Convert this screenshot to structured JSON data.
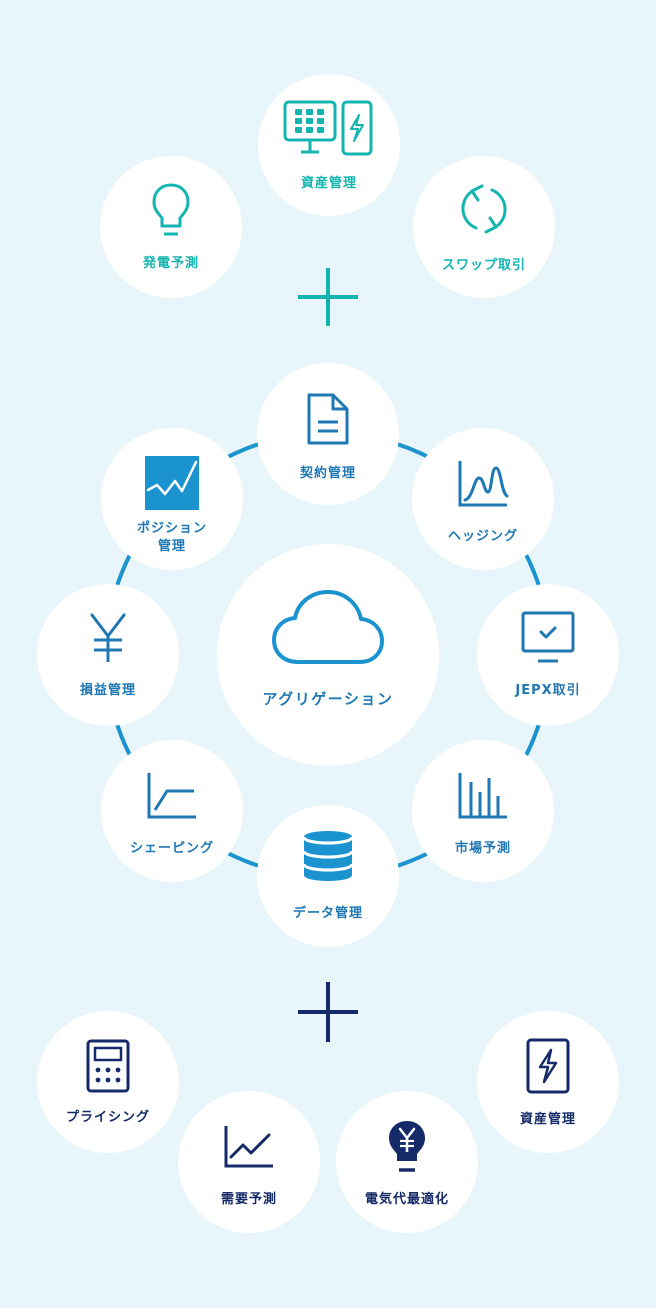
{
  "top_group": {
    "asset": "資産管理",
    "forecast": "発電予測",
    "swap": "スワップ取引"
  },
  "ring": {
    "center": "アグリゲーション",
    "contract": "契約管理",
    "hedging": "ヘッジング",
    "jepx": "JEPX取引",
    "market": "市場予測",
    "data": "データ管理",
    "shaping": "シェーピング",
    "pnl": "損益管理",
    "position_line1": "ポジション",
    "position_line2": "管理"
  },
  "bottom_group": {
    "pricing": "プライシング",
    "demand": "需要予測",
    "electricity": "電気代最適化",
    "asset": "資産管理"
  },
  "colors": {
    "teal": "#14b5b0",
    "blue": "#1f78b4",
    "navy": "#152a68",
    "background": "#e8f6fb"
  }
}
